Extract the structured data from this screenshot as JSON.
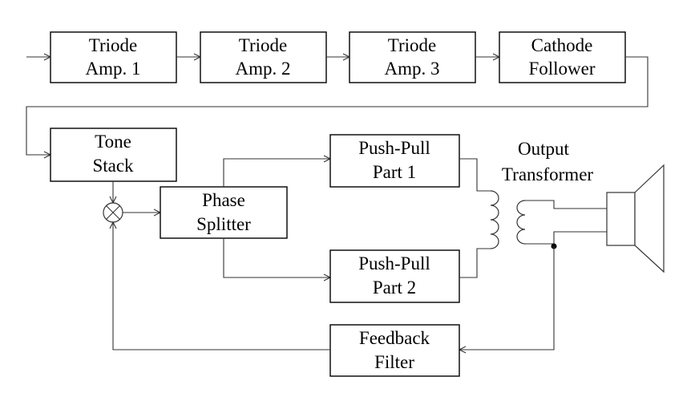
{
  "blocks": {
    "triode1": [
      "Triode",
      "Amp. 1"
    ],
    "triode2": [
      "Triode",
      "Amp. 2"
    ],
    "triode3": [
      "Triode",
      "Amp. 3"
    ],
    "cathode": [
      "Cathode",
      "Follower"
    ],
    "tone": [
      "Tone",
      "Stack"
    ],
    "phase": [
      "Phase",
      "Splitter"
    ],
    "pp1": [
      "Push-Pull",
      "Part 1"
    ],
    "pp2": [
      "Push-Pull",
      "Part 2"
    ],
    "feedback": [
      "Feedback",
      "Filter"
    ]
  },
  "output_transformer": [
    "Output",
    "Transformer"
  ]
}
